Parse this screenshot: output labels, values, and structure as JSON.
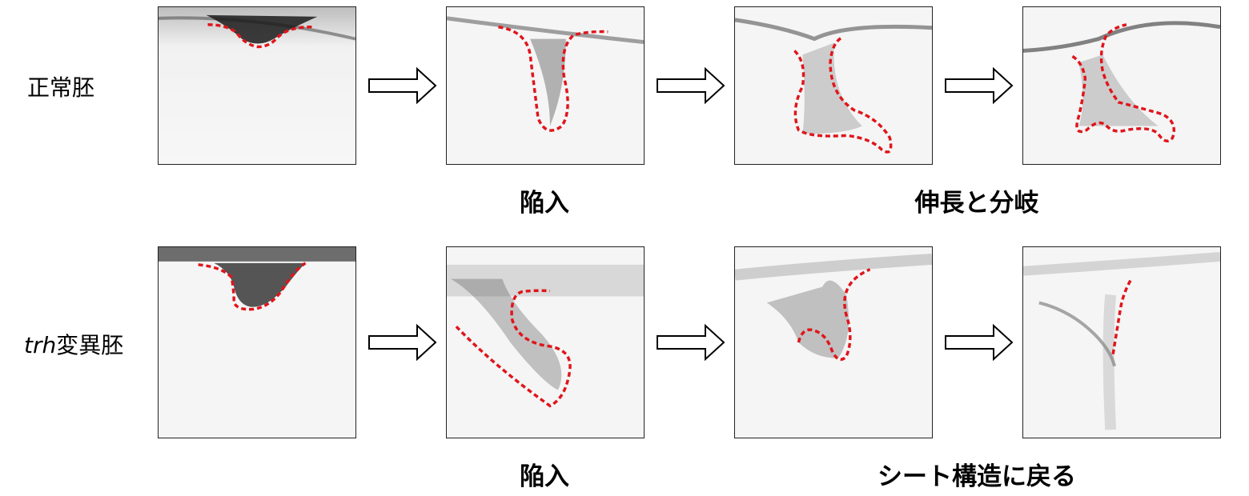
{
  "rows": [
    {
      "label_prefix": "",
      "label_main": "正常胚"
    },
    {
      "label_prefix": "trh",
      "label_main": "変異胚"
    }
  ],
  "captions": {
    "row1_invagination": "陥入",
    "row1_elongation": "伸長と分岐",
    "row2_invagination": "陥入",
    "row2_return": "シート構造に戻る"
  },
  "colors": {
    "outline": "#e0151b",
    "tissue": "#1a1a1a",
    "panel_bg": "#f6f6f6"
  }
}
